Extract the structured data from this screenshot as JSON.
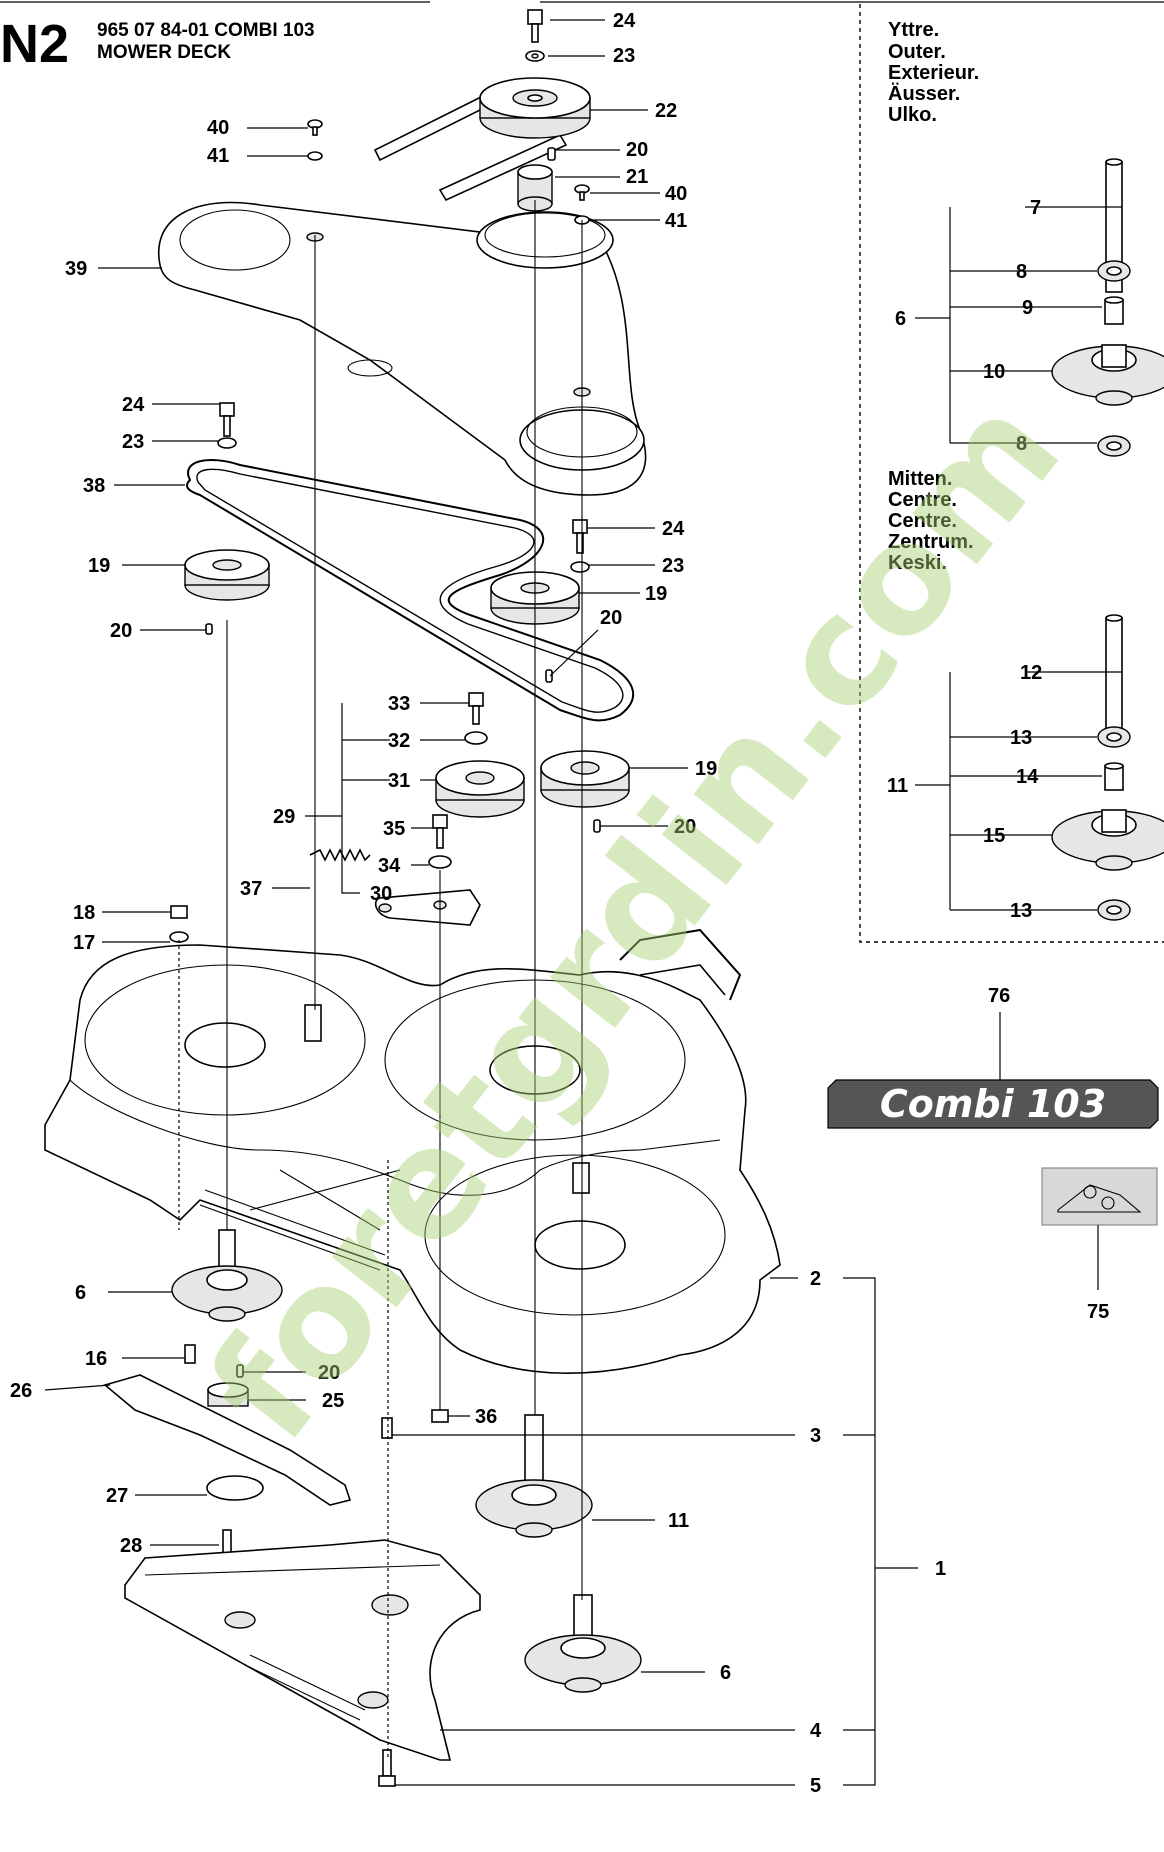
{
  "header": {
    "code": "N2",
    "line1": "965 07 84-01 COMBI 103",
    "line2": "MOWER DECK"
  },
  "inset_outer": [
    "Yttre.",
    "Outer.",
    "Exterieur.",
    "Äusser.",
    "Ulko."
  ],
  "inset_centre": [
    "Mitten.",
    "Centre.",
    "Centre.",
    "Zentrum.",
    "Keski."
  ],
  "badge": "Combi 103",
  "watermark": "foretgrdin.com",
  "callouts": {
    "c24a": "24",
    "c23a": "23",
    "c22": "22",
    "c20a": "20",
    "c21": "21",
    "c40a": "40",
    "c41a": "41",
    "c40b": "40",
    "c41b": "41",
    "c39": "39",
    "c24b": "24",
    "c23b": "23",
    "c38": "38",
    "c19a": "19",
    "c20b": "20",
    "c24c": "24",
    "c23c": "23",
    "c19b": "19",
    "c20c": "20",
    "c33": "33",
    "c32": "32",
    "c31": "31",
    "c29": "29",
    "c35": "35",
    "c34": "34",
    "c30": "30",
    "c37": "37",
    "c19c": "19",
    "c20d": "20",
    "c18": "18",
    "c17": "17",
    "c7": "7",
    "c8a": "8",
    "c9": "9",
    "c6a": "6",
    "c10": "10",
    "c8b": "8",
    "c12": "12",
    "c13a": "13",
    "c14": "14",
    "c11a": "11",
    "c15": "15",
    "c13b": "13",
    "c76": "76",
    "c75": "75",
    "c6b": "6",
    "c16": "16",
    "c20e": "20",
    "c26": "26",
    "c25": "25",
    "c27": "27",
    "c28": "28",
    "c36": "36",
    "c2": "2",
    "c3": "3",
    "c11b": "11",
    "c1": "1",
    "c6c": "6",
    "c4": "4",
    "c5": "5"
  }
}
